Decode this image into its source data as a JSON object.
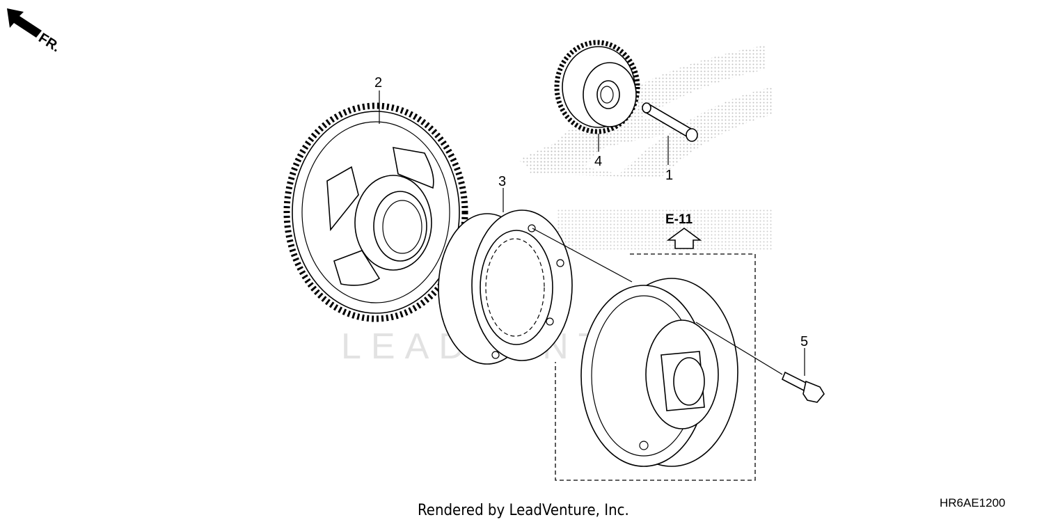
{
  "direction_marker": {
    "label": "FR.",
    "icon": "front-arrow-icon"
  },
  "callouts": [
    {
      "id": "callout-1",
      "number": "1"
    },
    {
      "id": "callout-2",
      "number": "2"
    },
    {
      "id": "callout-3",
      "number": "3"
    },
    {
      "id": "callout-4",
      "number": "4"
    },
    {
      "id": "callout-5",
      "number": "5"
    }
  ],
  "reference": {
    "label": "E-11"
  },
  "footer": {
    "credit": "Rendered by LeadVenture, Inc.",
    "diagram_code": "HR6AE1200"
  },
  "watermark": {
    "text": "LEADVENTURE"
  },
  "colors": {
    "line": "#000000",
    "background": "#ffffff",
    "watermark": "#c8c8c8"
  }
}
